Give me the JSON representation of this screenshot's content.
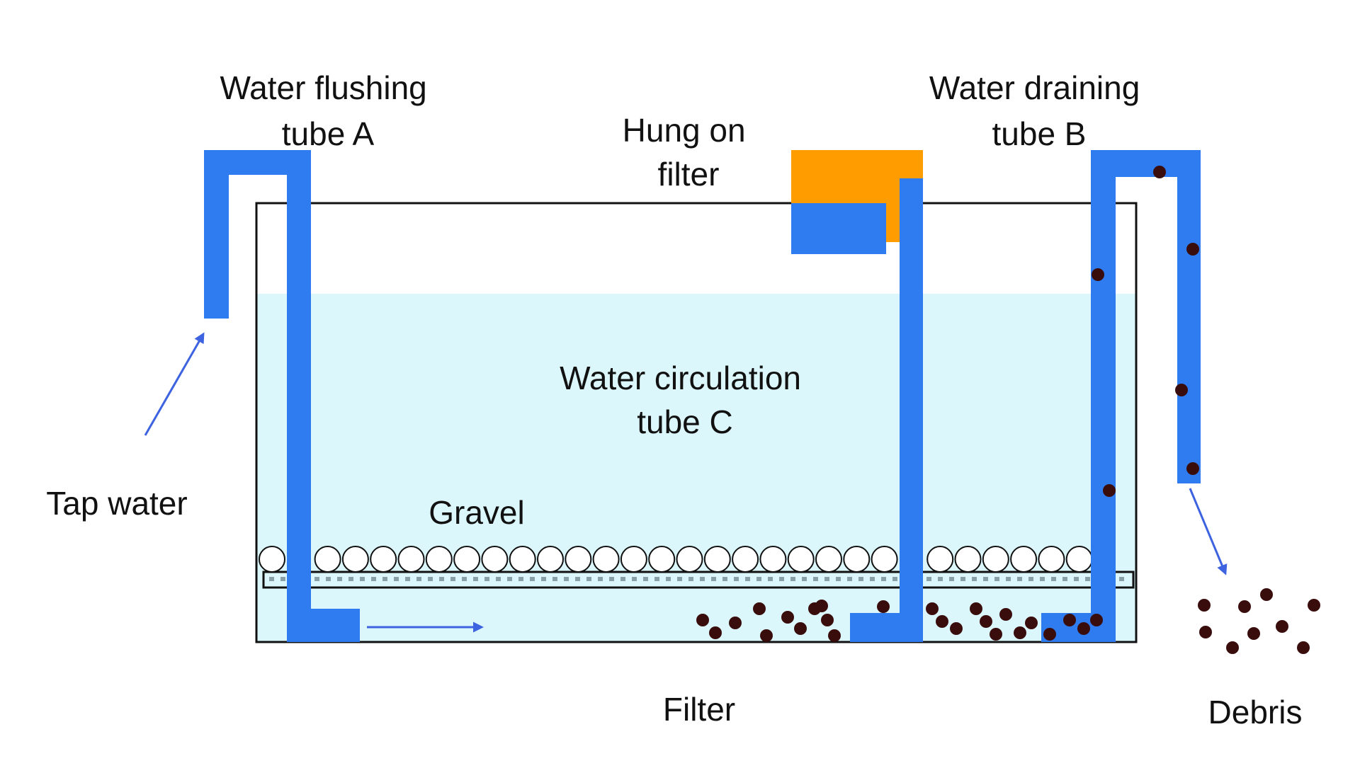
{
  "labels": {
    "tube_a_line1": "Water flushing",
    "tube_a_line2": "tube A",
    "hung_filter_line1": "Hung on",
    "hung_filter_line2": "filter",
    "tube_b_line1": "Water draining",
    "tube_b_line2": "tube B",
    "tube_c_line1": "Water circulation",
    "tube_c_line2": "tube C",
    "tap_water": "Tap water",
    "gravel": "Gravel",
    "filter": "Filter",
    "debris": "Debris"
  },
  "colors": {
    "tube": "#2f7cf0",
    "water": "#dcf7fb",
    "hung_filter_box": "#ff9d00",
    "debris": "#3a0d0d",
    "arrow": "#3d63e0",
    "outline": "#111111",
    "gravel": "#ffffff"
  }
}
